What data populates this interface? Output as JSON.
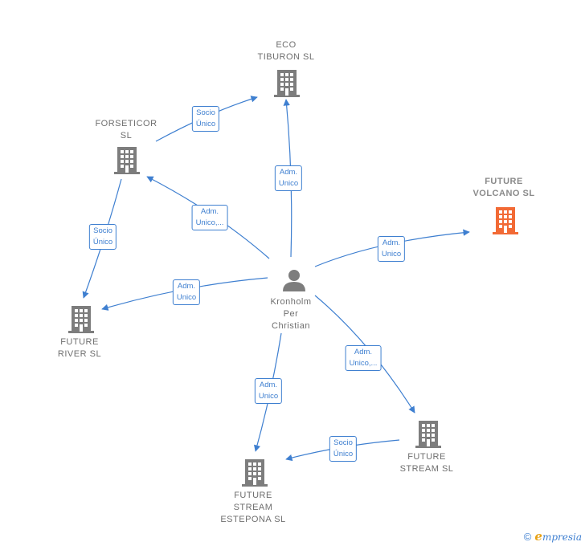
{
  "colors": {
    "edge": "#3e7fd0",
    "building": "#7d7d7d",
    "highlight": "#f26a35",
    "person": "#7d7d7d"
  },
  "nodes": {
    "eco_tiburon": {
      "label": "ECO\nTIBURON  SL"
    },
    "forseticor": {
      "label": "FORSETICOR\nSL"
    },
    "future_volcano": {
      "label": "FUTURE\nVOLCANO  SL"
    },
    "future_river": {
      "label": "FUTURE\nRIVER  SL"
    },
    "kronholm": {
      "label": "Kronholm\nPer\nChristian"
    },
    "future_stream": {
      "label": "FUTURE\nSTREAM  SL"
    },
    "future_stream_estepona": {
      "label": "FUTURE\nSTREAM\nESTEPONA  SL"
    }
  },
  "edges": {
    "forseticor_eco": "Socio\nÚnico",
    "kronholm_eco": "Adm.\nUnico",
    "kronholm_forseticor": "Adm.\nUnico,...",
    "kronholm_volcano": "Adm.\nUnico",
    "forseticor_river": "Socio\nÚnico",
    "kronholm_river": "Adm.\nUnico",
    "kronholm_stream": "Adm.\nUnico,...",
    "kronholm_estepona": "Adm.\nUnico",
    "stream_estepona": "Socio\nÚnico"
  },
  "footer": {
    "copyright": "©",
    "brand_initial": "e",
    "brand_rest": "mpresia"
  }
}
